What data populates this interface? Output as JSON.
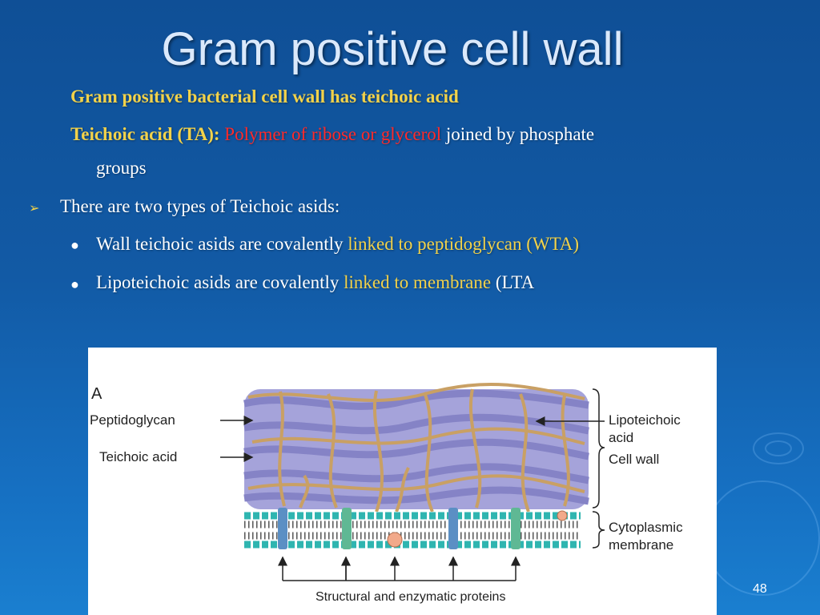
{
  "slide": {
    "title": "Gram positive cell wall",
    "line1": "Gram positive bacterial cell wall has teichoic acid",
    "line2": {
      "label": "Teichoic acid (TA):",
      "highlight": "Polymer of ribose or glycerol",
      "rest": " joined by phosphate",
      "wrap": "groups"
    },
    "bullet1": "There are two types of Teichoic asids:",
    "sub1": {
      "text": "Wall teichoic asids are covalently ",
      "highlight": "linked to peptidoglycan (WTA)"
    },
    "sub2": {
      "text": "Lipoteichoic asids are covalently ",
      "highlight": "linked to membrane",
      "rest": " (LTA"
    },
    "page_number": "48"
  },
  "figure": {
    "panel_label": "A",
    "labels": {
      "peptidoglycan": "Peptidoglycan",
      "teichoic_acid": "Teichoic acid",
      "lipoteichoic_1": "Lipoteichoic",
      "lipoteichoic_2": "acid",
      "cell_wall": "Cell wall",
      "cytoplasmic_1": "Cytoplasmic",
      "cytoplasmic_2": "membrane",
      "proteins": "Structural and enzymatic proteins"
    }
  },
  "colors": {
    "background": "#125aa5",
    "accent_gold": "#f2d24a",
    "accent_red": "#ff2a2a",
    "peptidoglycan_fill": "#9d9bd6",
    "teichoic_strand": "#c9a064",
    "membrane_head": "#2fb5b0",
    "protein_blue": "#5b8fc4",
    "protein_green": "#5fb894",
    "protein_orange": "#f2a98a"
  }
}
